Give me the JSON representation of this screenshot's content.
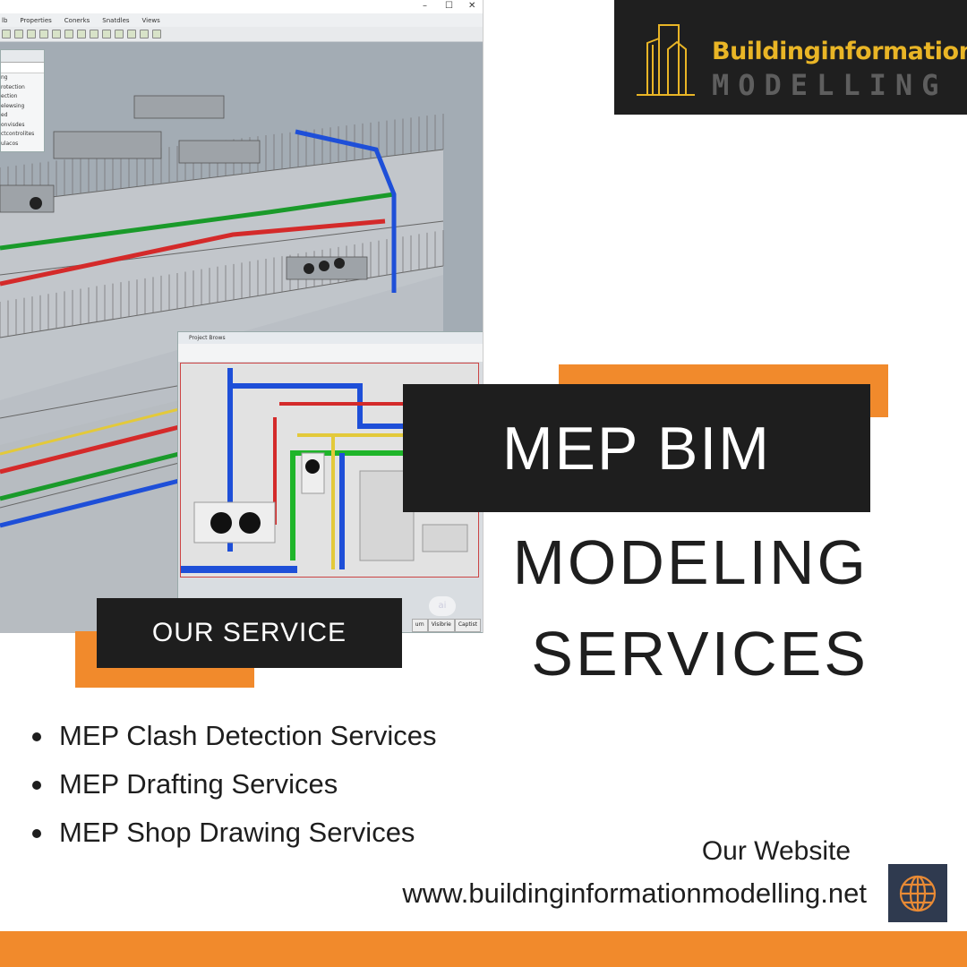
{
  "app": {
    "menu": [
      "lb",
      "Properties",
      "Conerks",
      "Snatdles",
      "Views"
    ],
    "side_panel_items": [
      "ng",
      "rotection",
      "ection",
      "elewsing",
      "ed",
      "onvisdes",
      "ctcontrolites",
      "ulacos"
    ],
    "project_browser": {
      "title": "Project Brows",
      "tabs": [
        "urn",
        "Visibrie",
        "Captist"
      ],
      "badge": "ai"
    }
  },
  "logo": {
    "line1": "Buildinginformation",
    "line2": "MODELLING"
  },
  "headline": {
    "line1": "MEP BIM",
    "line2": "MODELING",
    "line3": "SERVICES"
  },
  "section_label": "OUR SERVICE",
  "services": [
    "MEP Clash Detection Services",
    "MEP Drafting Services",
    "MEP Shop Drawing Services"
  ],
  "website": {
    "label": "Our Website",
    "url": "www.buildinginformationmodelling.net",
    "icon": "globe-icon"
  },
  "colors": {
    "accent": "#f18a2c",
    "dark": "#1e1e1e",
    "logo_gold": "#e9b526",
    "globe_bg": "#2f3a4f"
  }
}
